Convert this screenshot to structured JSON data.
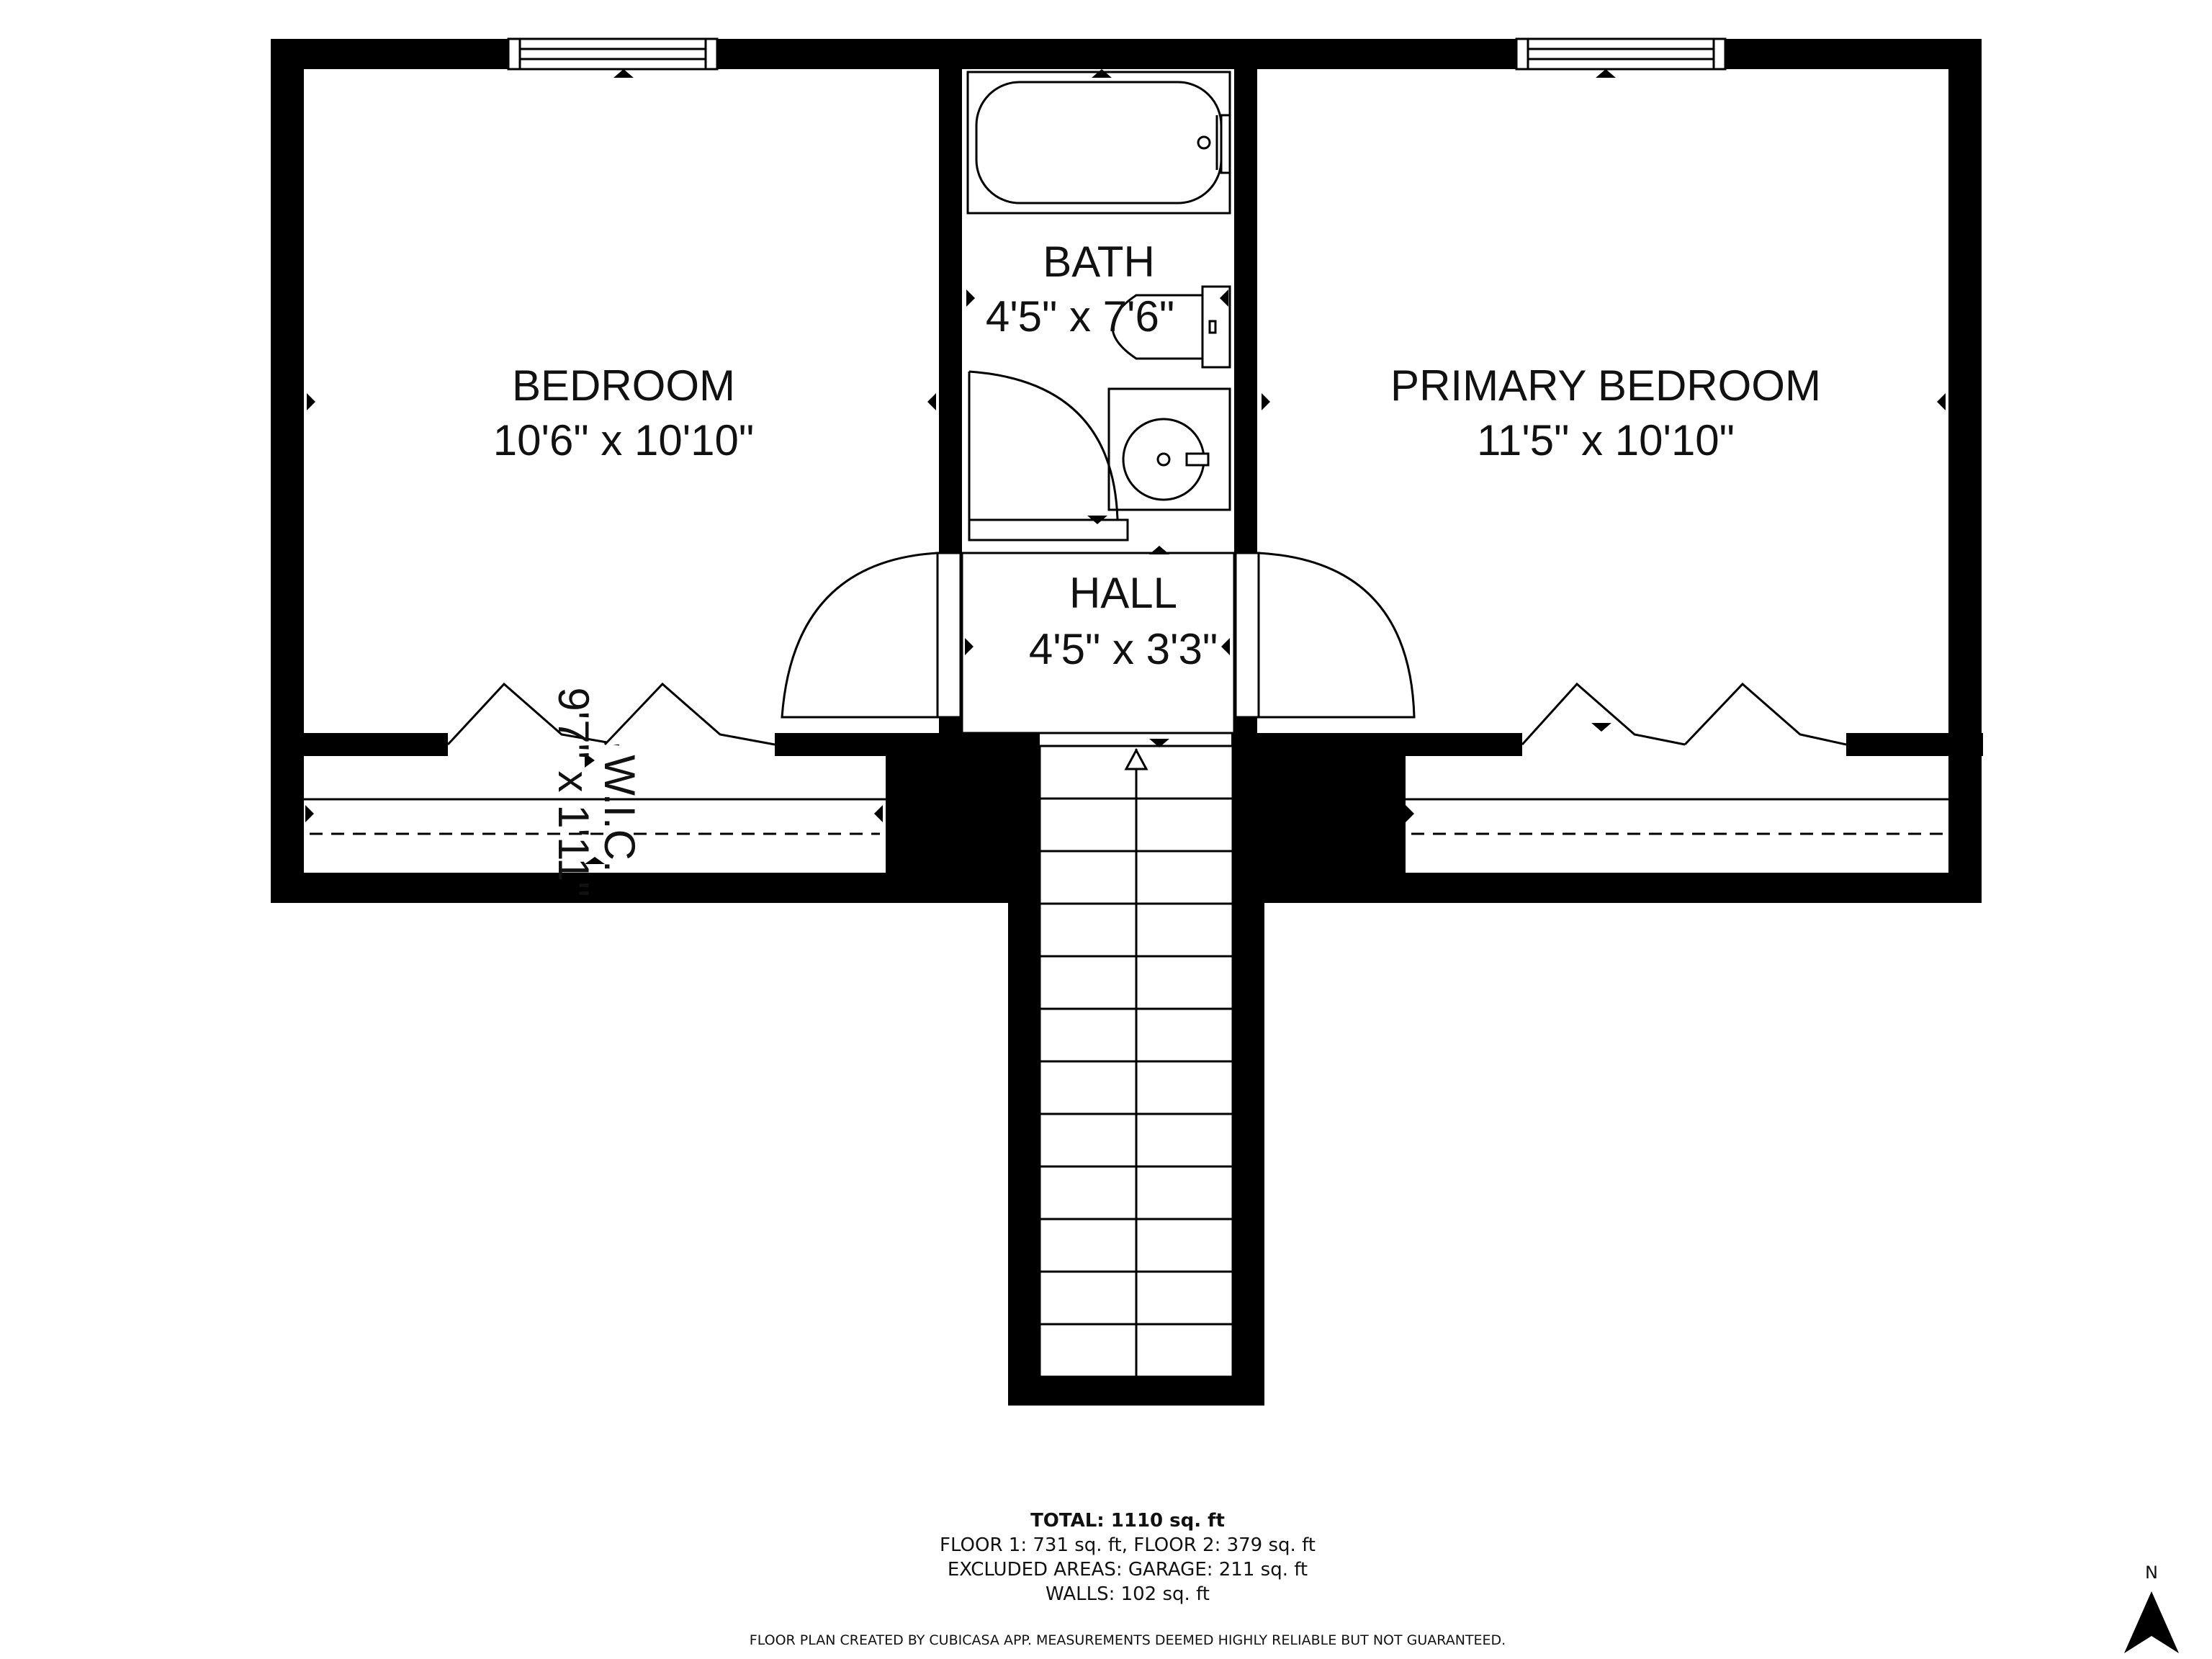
{
  "rooms": {
    "bedroom": {
      "name": "BEDROOM",
      "size": "10'6\" x 10'10\""
    },
    "primary_bedroom": {
      "name": "PRIMARY BEDROOM",
      "size": "11'5\" x 10'10\""
    },
    "bath": {
      "name": "BATH",
      "size": "4'5\" x 7'6\""
    },
    "hall": {
      "name": "HALL",
      "size": "4'5\" x 3'3\""
    },
    "wic": {
      "name": "W.I.C.",
      "size": "9'7\" x 1'11\""
    }
  },
  "summary": {
    "total": "TOTAL: 1110 sq. ft",
    "floors": "FLOOR 1: 731 sq. ft, FLOOR 2: 379 sq. ft",
    "excluded": "EXCLUDED AREAS: GARAGE: 211 sq. ft",
    "walls": "WALLS: 102 sq. ft",
    "disclaimer": "FLOOR PLAN CREATED BY CUBICASA APP. MEASUREMENTS DEEMED HIGHLY RELIABLE BUT NOT GUARANTEED."
  },
  "compass": {
    "label": "N",
    "icon": "north-arrow-icon"
  },
  "colors": {
    "wall": "#000000",
    "background": "#ffffff"
  }
}
